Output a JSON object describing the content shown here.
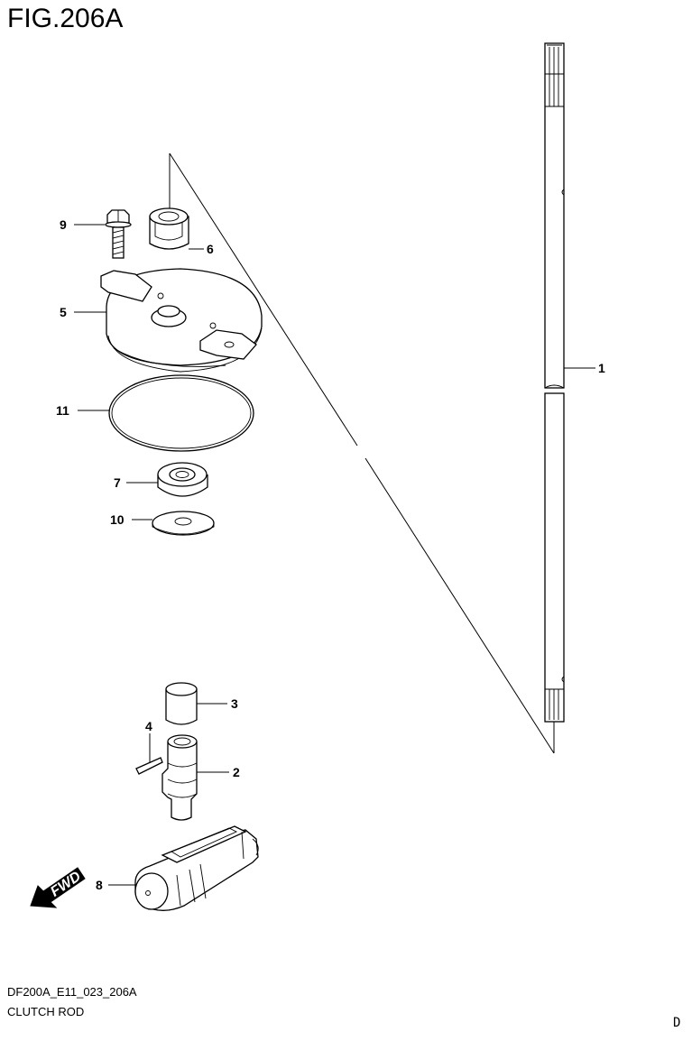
{
  "figure": {
    "title": "FIG.206A",
    "code": "DF200A_E11_023_206A",
    "caption": "CLUTCH ROD",
    "corner_mark": "D"
  },
  "fwd_arrow": {
    "label": "FWD"
  },
  "callouts": {
    "c1": "1",
    "c2": "2",
    "c3": "3",
    "c4": "4",
    "c5": "5",
    "c6": "6",
    "c7": "7",
    "c8": "8",
    "c9": "9",
    "c10": "10",
    "c11": "11"
  }
}
